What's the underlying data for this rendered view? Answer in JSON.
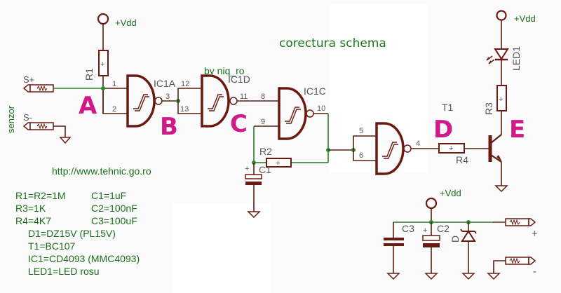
{
  "title": "corectura schema",
  "author": "by niq_ro",
  "url": "http://www.tehnic.go.ro",
  "supply_label": "+Vdd",
  "sensor": {
    "label": "senzor",
    "plus": "S+",
    "minus": "S-"
  },
  "nodes": {
    "A": "A",
    "B": "B",
    "C": "C",
    "D": "D",
    "E": "E"
  },
  "gates": {
    "g1": {
      "name": "IC1A",
      "pin_in1": "1",
      "pin_in2": "2",
      "pin_out": "3"
    },
    "g2": {
      "name": "IC1D",
      "pin_in1": "12",
      "pin_in2": "13",
      "pin_out": "11"
    },
    "g3": {
      "name": "IC1C",
      "pin_in1": "8",
      "pin_in2": "9",
      "pin_out": "10"
    },
    "g4": {
      "name": "",
      "pin_in1": "5",
      "pin_in2": "6",
      "pin_out": "4"
    }
  },
  "components": {
    "R1": "R1",
    "R2": "R2",
    "R3": "R3",
    "R4": "R4",
    "C1": "C1",
    "C2": "C2",
    "C3": "C3",
    "D1": "D",
    "T1": "T1",
    "LED1": "LED1",
    "plus_mark": "+"
  },
  "power_connector": {
    "plus": "+",
    "minus": "-"
  },
  "bom": {
    "left": [
      "R1=R2=1M",
      "R3=1K",
      "R4=4K7"
    ],
    "right": [
      "C1=1uF",
      "C2=100nF",
      "C3=100uF"
    ],
    "bottom": [
      "D1=DZ15V (PL15V)",
      "T1=BC107",
      "IC1=CD4093 (MMC4093)",
      "LED1=LED rosu"
    ]
  },
  "colors": {
    "wire": "#5a1e10",
    "net": "#2d7a2d",
    "node_label": "#d01a8a",
    "text_green": "#1a6e1a"
  }
}
